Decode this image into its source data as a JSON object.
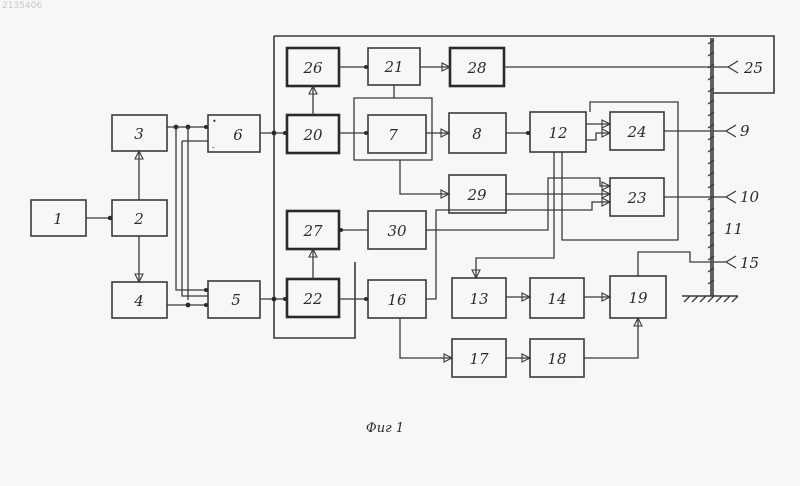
{
  "watermark": "2135406",
  "caption": "Фиг 1",
  "blocks": {
    "b1": "1",
    "b2": "2",
    "b3": "3",
    "b4": "4",
    "b5": "5",
    "b6": "6",
    "b7": "7",
    "b8": "8",
    "b12": "12",
    "b13": "13",
    "b14": "14",
    "b16": "16",
    "b17": "17",
    "b18": "18",
    "b19": "19",
    "b20": "20",
    "b21": "21",
    "b22": "22",
    "b23": "23",
    "b24": "24",
    "b26": "26",
    "b27": "27",
    "b28": "28",
    "b29": "29",
    "b30": "30"
  },
  "terminals": {
    "t25": "25",
    "t9": "9",
    "t10": "10",
    "t11": "11",
    "t15": "15"
  }
}
